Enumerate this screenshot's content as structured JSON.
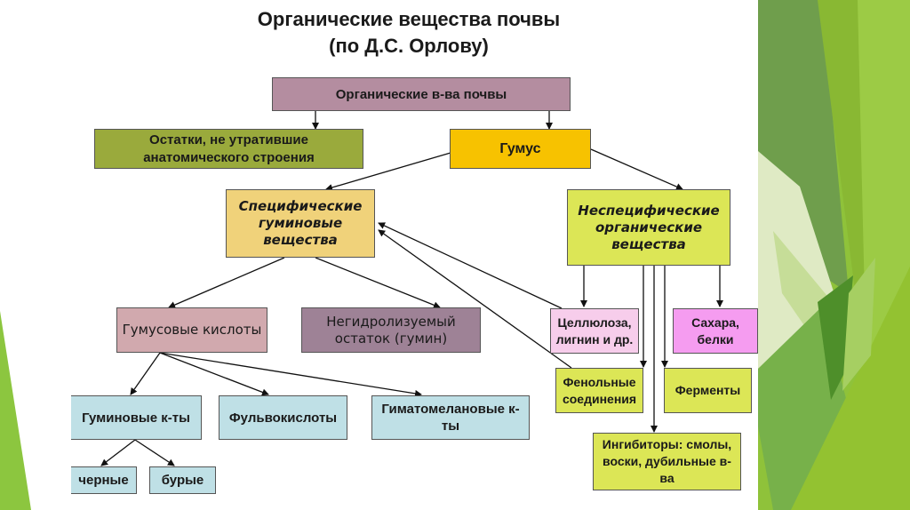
{
  "title": {
    "line1": "Органические вещества почвы",
    "line2": "(по Д.С. Орлову)"
  },
  "colors": {
    "root": "#b48da0",
    "remains": "#9aaa3c",
    "humus": "#f7c200",
    "specific": "#f0d27a",
    "nonspecific": "#dce656",
    "humic_acids_group": "#d1a9ae",
    "humin": "#9e8296",
    "cellulose": "#f7cdeb",
    "sugars": "#f59cf0",
    "yellowgreen": "#dce656",
    "blue": "#bfe0e6",
    "accent_green": "#8cc63f"
  },
  "nodes": {
    "root": "Органические в-ва почвы",
    "remains": "Остатки, не утратившие анатомического строения",
    "humus": "Гумус",
    "specific": "Специфические гуминовые вещества",
    "nonspecific": "Неспецифические органические вещества",
    "humus_acids": "Гумусовые кислоты",
    "humin": "Негидролизуемый остаток (гумин)",
    "cellulose": "Целлюлоза, лигнин и др.",
    "sugars": "Сахара, белки",
    "phenols": "Фенольные соединения",
    "enzymes": "Ферменты",
    "inhibitors": "Ингибиторы: смолы, воски, дубильные в-ва",
    "humic_acids": "Гуминовые к-ты",
    "fulvic": "Фульвокислоты",
    "hymatomelanic": "Гиматомелановые к-ты",
    "black": "черные",
    "brown": "бурые"
  }
}
